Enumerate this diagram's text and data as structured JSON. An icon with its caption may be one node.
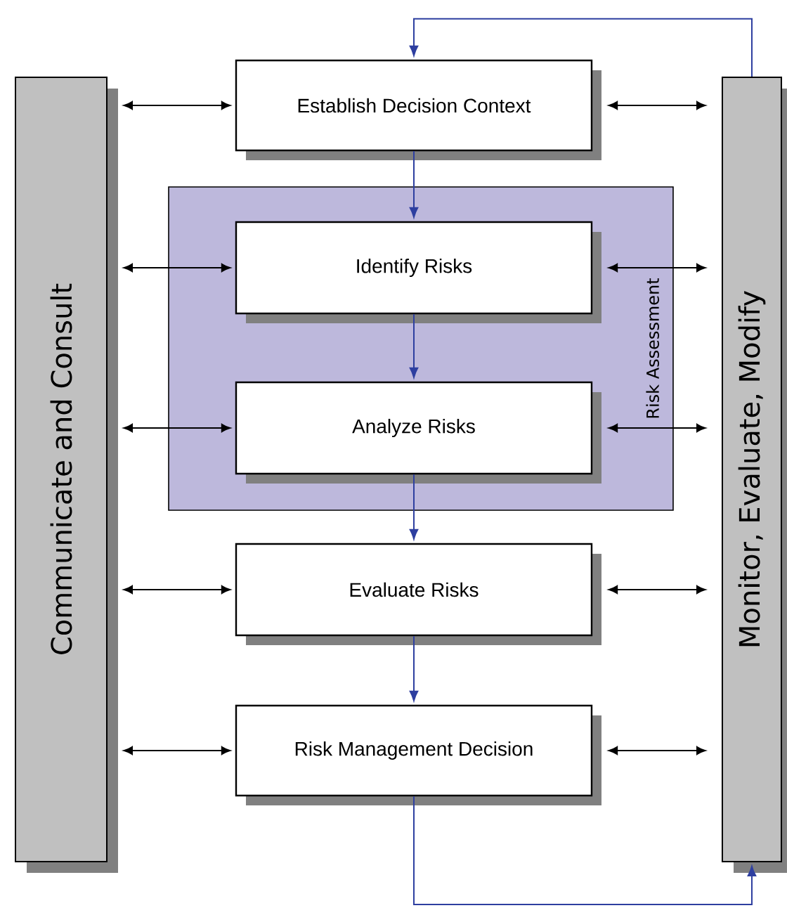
{
  "diagram": {
    "nodes": [
      {
        "text": [
          "Communicate and Consult"
        ]
      },
      {
        "text": [
          "Establish Decision Context"
        ]
      },
      {
        "text": [
          "Risk Assessment"
        ]
      },
      {
        "text": [
          "Identify Risks"
        ],
        "in": 2
      },
      {
        "text": [
          "Analyze Risks"
        ],
        "in": 2
      },
      {
        "text": [
          "Evaluate Risks"
        ]
      },
      {
        "text": [
          "Risk Management Decision"
        ]
      },
      {
        "text": [
          "Monitor, Evaluate, Modify"
        ]
      }
    ],
    "edges": [
      {
        "from": 0,
        "to": 1,
        "arrow": "both"
      },
      {
        "from": 1,
        "to": 7,
        "arrow": "both"
      },
      {
        "from": 0,
        "to": 3,
        "arrow": "both"
      },
      {
        "from": 3,
        "to": 7,
        "arrow": "both"
      },
      {
        "from": 0,
        "to": 4,
        "arrow": "both"
      },
      {
        "from": 4,
        "to": 7,
        "arrow": "both"
      },
      {
        "from": 0,
        "to": 5,
        "arrow": "both"
      },
      {
        "from": 5,
        "to": 7,
        "arrow": "both"
      },
      {
        "from": 0,
        "to": 6,
        "arrow": "both"
      },
      {
        "from": 6,
        "to": 7,
        "arrow": "both"
      },
      {
        "from": 1,
        "to": 3,
        "arrow": "to",
        "color": "#2e3fa0"
      },
      {
        "from": 3,
        "to": 4,
        "arrow": "to",
        "color": "#2e3fa0"
      },
      {
        "from": 4,
        "to": 5,
        "arrow": "to",
        "color": "#2e3fa0"
      },
      {
        "from": 5,
        "to": 6,
        "arrow": "to",
        "color": "#2e3fa0"
      },
      {
        "from": 6,
        "to": 7,
        "arrow": "to",
        "color": "#2e3fa0"
      },
      {
        "from": 7,
        "to": 1,
        "arrow": "to",
        "color": "#2e3fa0"
      }
    ]
  }
}
